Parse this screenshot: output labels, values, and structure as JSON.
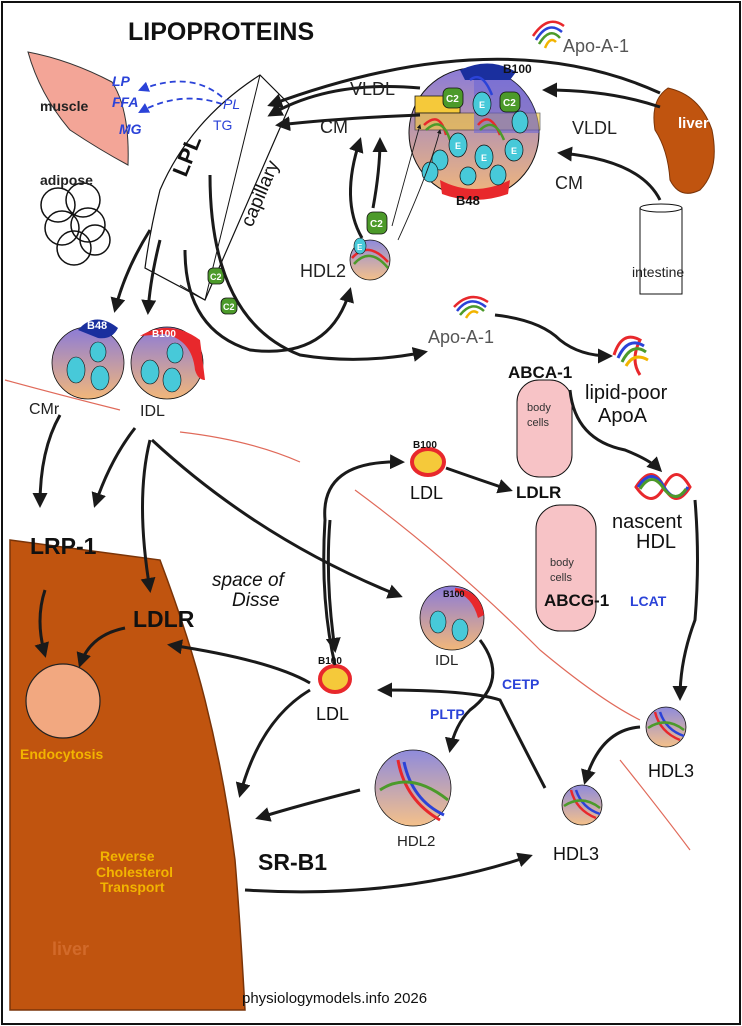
{
  "title": "LIPOPROTEINS",
  "tissues": {
    "muscle": "muscle",
    "adipose": "adipose",
    "liver": "liver",
    "liver_big": "liver",
    "intestine": "intestine",
    "capillary": "capillary"
  },
  "lpl": {
    "enzyme": "LPL",
    "products": [
      "LP",
      "FFA",
      "MG"
    ],
    "substrates": [
      "PL",
      "TG"
    ]
  },
  "particles": {
    "vldl_in": "VLDL",
    "cm_in": "CM",
    "vldl_liver": "VLDL",
    "cm_intestine": "CM",
    "apoa1_top": "Apo-A-1",
    "apoa1_mid": "Apo-A-1",
    "b100_top": "B100",
    "b48_top": "B48",
    "apo_c2": "C2",
    "apo_e": "E",
    "hdl2_top": "HDL2",
    "cmr": "CMr",
    "idl_left": "IDL",
    "b48_cmr": "B48",
    "b100_idl": "B100",
    "lipid_poor_1": "lipid-poor",
    "lipid_poor_2": "ApoA",
    "nascent_1": "nascent",
    "nascent_2": "HDL",
    "ldl_top": "LDL",
    "b100_ldl_top": "B100",
    "idl_mid": "IDL",
    "b100_idl_mid": "B100",
    "ldl_mid": "LDL",
    "b100_ldl_mid": "B100",
    "hdl2_bottom": "HDL2",
    "hdl3_right": "HDL3",
    "hdl3_bottom": "HDL3"
  },
  "receptors": {
    "lrp1": "LRP-1",
    "ldlr_left": "LDLR",
    "ldlr_top": "LDLR",
    "abca1": "ABCA-1",
    "abcg1": "ABCG-1",
    "srb1": "SR-B1"
  },
  "enzymes": {
    "lcat": "LCAT",
    "cetp": "CETP",
    "pltp": "PLTP"
  },
  "cells": {
    "body_cells_1a": "body",
    "body_cells_1b": "cells",
    "body_cells_2a": "body",
    "body_cells_2b": "cells"
  },
  "liver_region": {
    "space1": "space of",
    "space2": "Disse",
    "endocytosis": "Endocytosis",
    "rct1": "Reverse",
    "rct2": "Cholesterol",
    "rct3": "Transport"
  },
  "footer": "physiologymodels.info 2026",
  "colors": {
    "liver": "#c0540f",
    "muscle": "#f3a597",
    "body_cells": "#f7c3c6",
    "enzyme_text": "#2b43d8",
    "rct_text": "#f2b400",
    "apo_b100": "#e8282c",
    "apo_b48": "#1a2f9e",
    "apo_c2": "#4c9a2a",
    "apo_e": "#47c9d9"
  }
}
